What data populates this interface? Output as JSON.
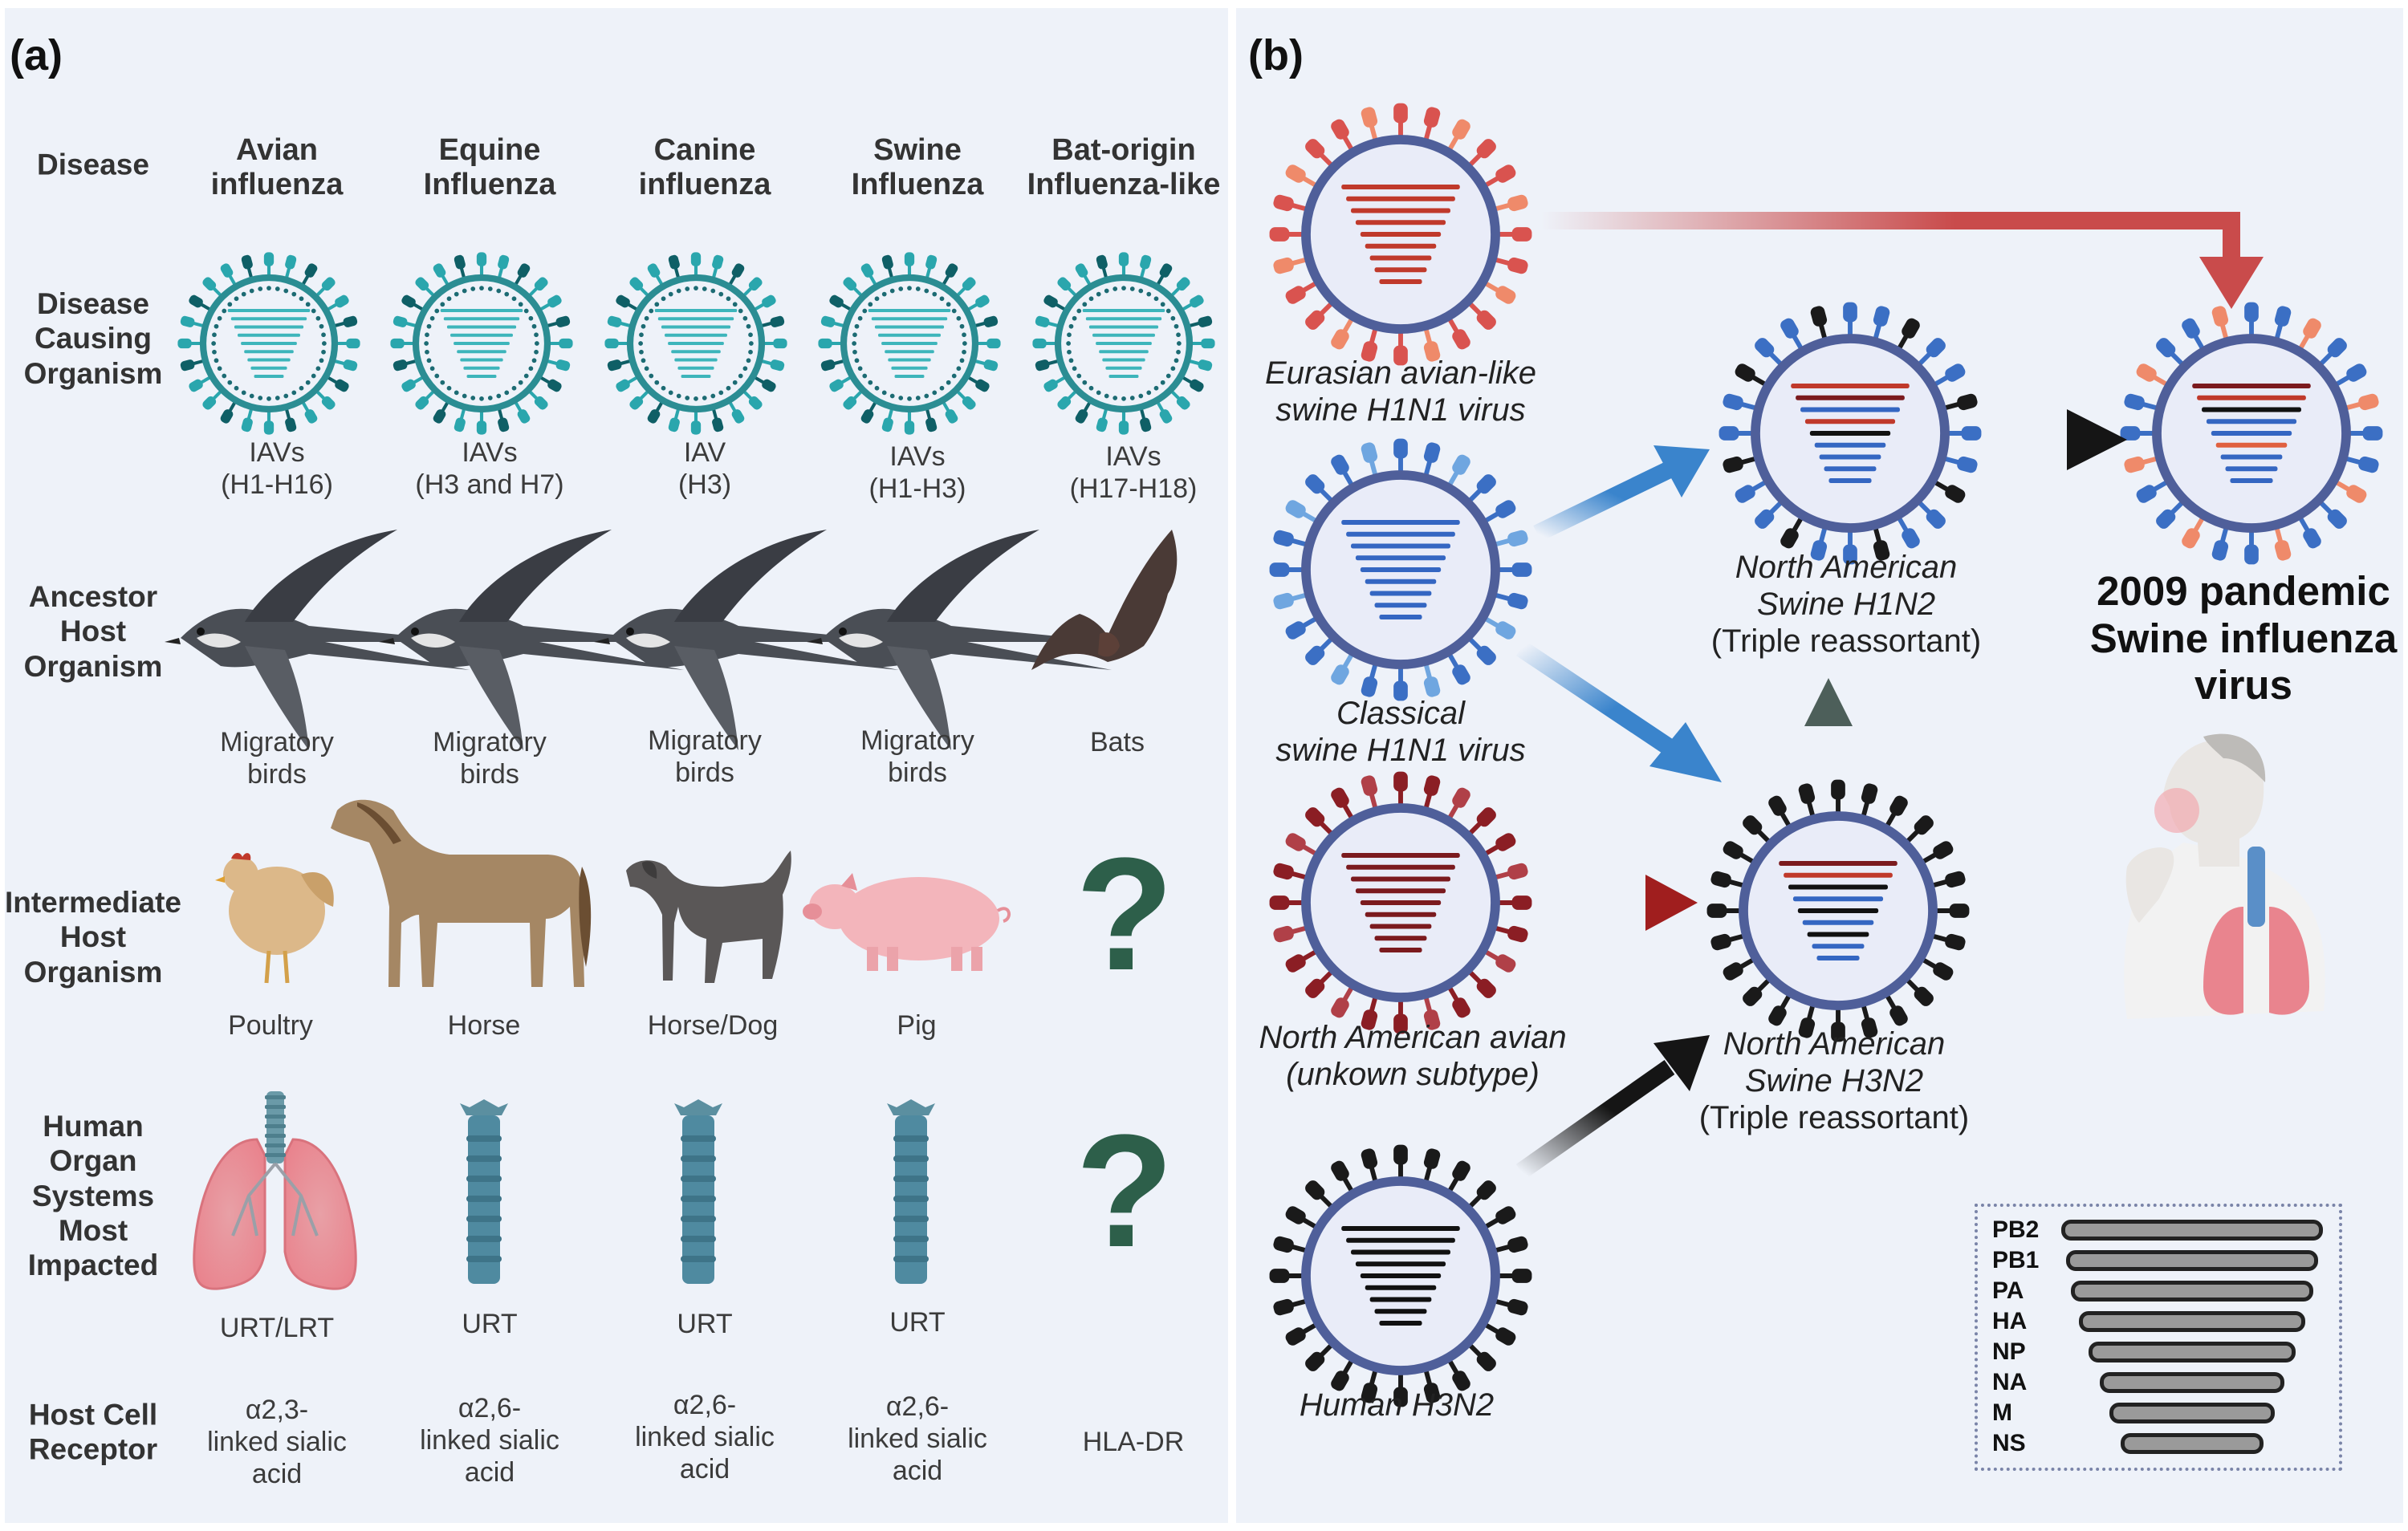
{
  "panel_a": {
    "label": "(a)",
    "row_labels": {
      "disease": "Disease",
      "organism": "Disease\nCausing\nOrganism",
      "ancestor": "Ancestor\nHost\nOrganism",
      "intermediate": "Intermediate\nHost\nOrganism",
      "organs": "Human\nOrgan\nSystems\nMost\nImpacted",
      "receptor": "Host Cell\nReceptor"
    },
    "columns": [
      {
        "disease": "Avian\ninfluenza",
        "organism": "IAVs\n(H1-H16)",
        "ancestor": "Migratory\nbirds",
        "intermediate": "Poultry",
        "organ": "URT/LRT",
        "receptor": "α2,3-\nlinked sialic\nacid"
      },
      {
        "disease": "Equine\nInfluenza",
        "organism": "IAVs\n(H3 and H7)",
        "ancestor": "Migratory\nbirds",
        "intermediate": "Horse",
        "organ": "URT",
        "receptor": "α2,6-\nlinked sialic\nacid"
      },
      {
        "disease": "Canine\ninfluenza",
        "organism": "IAV\n(H3)",
        "ancestor": "Migratory\nbirds",
        "intermediate": "Horse/Dog",
        "organ": "URT",
        "receptor": "α2,6-\nlinked sialic\nacid"
      },
      {
        "disease": "Swine\nInfluenza",
        "organism": "IAVs\n(H1-H3)",
        "ancestor": "Migratory\nbirds",
        "intermediate": "Pig",
        "organ": "URT",
        "receptor": "α2,6-\nlinked sialic\nacid"
      },
      {
        "disease": "Bat-origin\nInfluenza-like",
        "organism": "IAVs\n(H17-H18)",
        "ancestor": "Bats",
        "intermediate": "?",
        "organ": "?",
        "receptor": "HLA-DR"
      }
    ]
  },
  "panel_b": {
    "label": "(b)",
    "viruses": {
      "eurasian": "Eurasian avian-like\nswine H1N1 virus",
      "classical": "Classical\nswine H1N1 virus",
      "na_avian": "North American avian\n(unkown subtype)",
      "human_h3n2": "Human H3N2",
      "na_h1n2_name": "North American\nSwine H1N2",
      "na_h1n2_note": "(Triple reassortant)",
      "na_h3n2_name": "North American\nSwine H3N2",
      "na_h3n2_note": "(Triple reassortant)",
      "pandemic": "2009 pandemic\nSwine influenza\nvirus"
    },
    "legend": [
      "PB2",
      "PB1",
      "PA",
      "HA",
      "NP",
      "NA",
      "M",
      "NS"
    ]
  },
  "colors": {
    "panel_bg": "#eef2f9",
    "teal_virus": "#2aa6ad",
    "teal_dark": "#0f5f66",
    "avian_red": "#d9534f",
    "swine_blue": "#3b6fc4",
    "avian_darkred": "#8b1e24",
    "human_black": "#1a1a1a",
    "envelope": "#4f5f9a",
    "question": "#2d5f4a",
    "arrow_red": "#c94b4b",
    "arrow_blue": "#3a84cc",
    "arrow_darkred": "#a01e1e",
    "arrow_black": "#151515",
    "arrow_grey": "#4d5f5a"
  },
  "icons": [
    "virus-icon",
    "swallow-icon",
    "bat-icon",
    "chicken-icon",
    "horse-icon",
    "dog-icon",
    "pig-icon",
    "lungs-icon",
    "trachea-icon",
    "question-icon",
    "human-coughing-icon",
    "arrow-icon"
  ]
}
